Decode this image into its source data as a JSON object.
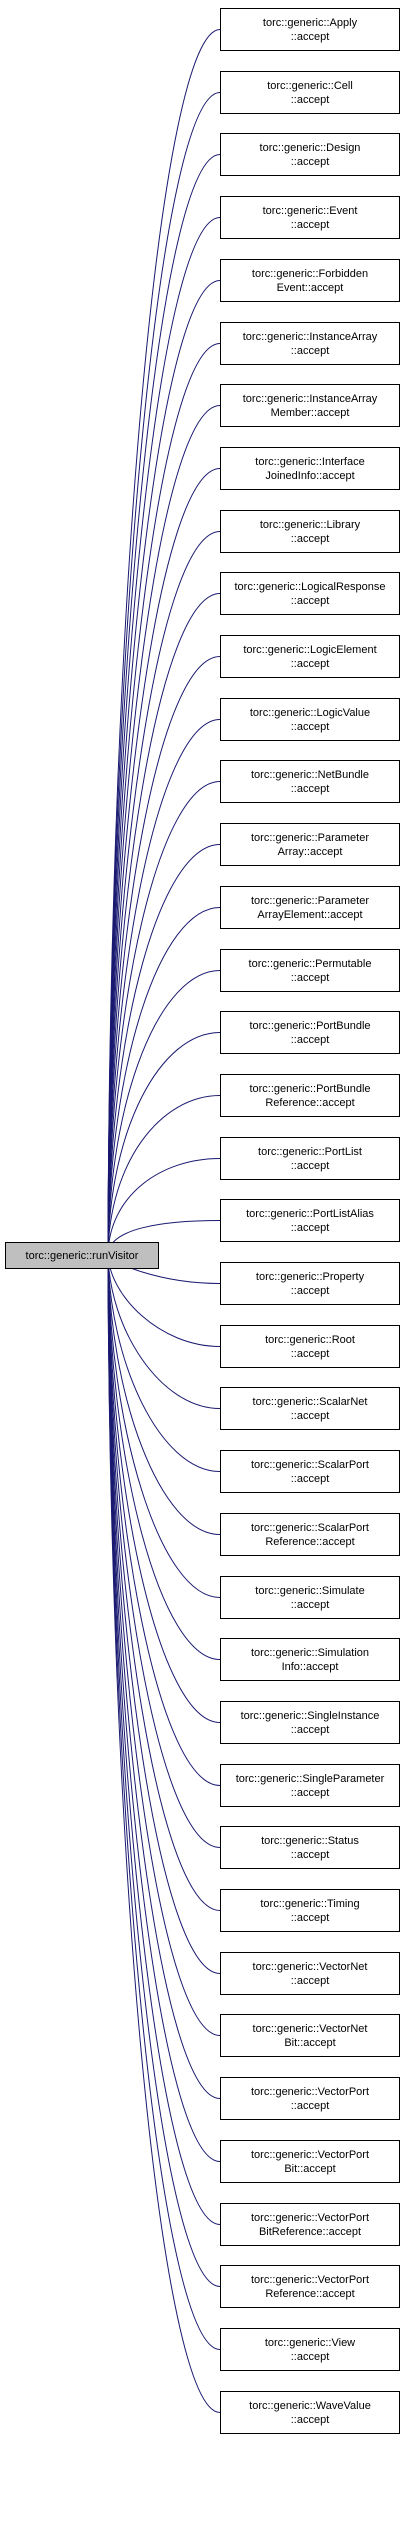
{
  "colors": {
    "edge": "#191970",
    "node_border": "#000000",
    "root_fill": "#bfbfbf",
    "node_fill": "#ffffff"
  },
  "root": {
    "lines": [
      "torc::generic::runVisitor"
    ]
  },
  "callers": [
    {
      "lines": [
        "torc::generic::Apply",
        "::accept"
      ]
    },
    {
      "lines": [
        "torc::generic::Cell",
        "::accept"
      ]
    },
    {
      "lines": [
        "torc::generic::Design",
        "::accept"
      ]
    },
    {
      "lines": [
        "torc::generic::Event",
        "::accept"
      ]
    },
    {
      "lines": [
        "torc::generic::Forbidden",
        "Event::accept"
      ]
    },
    {
      "lines": [
        "torc::generic::InstanceArray",
        "::accept"
      ]
    },
    {
      "lines": [
        "torc::generic::InstanceArray",
        "Member::accept"
      ]
    },
    {
      "lines": [
        "torc::generic::Interface",
        "JoinedInfo::accept"
      ]
    },
    {
      "lines": [
        "torc::generic::Library",
        "::accept"
      ]
    },
    {
      "lines": [
        "torc::generic::LogicalResponse",
        "::accept"
      ]
    },
    {
      "lines": [
        "torc::generic::LogicElement",
        "::accept"
      ]
    },
    {
      "lines": [
        "torc::generic::LogicValue",
        "::accept"
      ]
    },
    {
      "lines": [
        "torc::generic::NetBundle",
        "::accept"
      ]
    },
    {
      "lines": [
        "torc::generic::Parameter",
        "Array::accept"
      ]
    },
    {
      "lines": [
        "torc::generic::Parameter",
        "ArrayElement::accept"
      ]
    },
    {
      "lines": [
        "torc::generic::Permutable",
        "::accept"
      ]
    },
    {
      "lines": [
        "torc::generic::PortBundle",
        "::accept"
      ]
    },
    {
      "lines": [
        "torc::generic::PortBundle",
        "Reference::accept"
      ]
    },
    {
      "lines": [
        "torc::generic::PortList",
        "::accept"
      ]
    },
    {
      "lines": [
        "torc::generic::PortListAlias",
        "::accept"
      ]
    },
    {
      "lines": [
        "torc::generic::Property",
        "::accept"
      ]
    },
    {
      "lines": [
        "torc::generic::Root",
        "::accept"
      ]
    },
    {
      "lines": [
        "torc::generic::ScalarNet",
        "::accept"
      ]
    },
    {
      "lines": [
        "torc::generic::ScalarPort",
        "::accept"
      ]
    },
    {
      "lines": [
        "torc::generic::ScalarPort",
        "Reference::accept"
      ]
    },
    {
      "lines": [
        "torc::generic::Simulate",
        "::accept"
      ]
    },
    {
      "lines": [
        "torc::generic::Simulation",
        "Info::accept"
      ]
    },
    {
      "lines": [
        "torc::generic::SingleInstance",
        "::accept"
      ]
    },
    {
      "lines": [
        "torc::generic::SingleParameter",
        "::accept"
      ]
    },
    {
      "lines": [
        "torc::generic::Status",
        "::accept"
      ]
    },
    {
      "lines": [
        "torc::generic::Timing",
        "::accept"
      ]
    },
    {
      "lines": [
        "torc::generic::VectorNet",
        "::accept"
      ]
    },
    {
      "lines": [
        "torc::generic::VectorNet",
        "Bit::accept"
      ]
    },
    {
      "lines": [
        "torc::generic::VectorPort",
        "::accept"
      ]
    },
    {
      "lines": [
        "torc::generic::VectorPort",
        "Bit::accept"
      ]
    },
    {
      "lines": [
        "torc::generic::VectorPort",
        "BitReference::accept"
      ]
    },
    {
      "lines": [
        "torc::generic::VectorPort",
        "Reference::accept"
      ]
    },
    {
      "lines": [
        "torc::generic::View",
        "::accept"
      ]
    },
    {
      "lines": [
        "torc::generic::WaveValue",
        "::accept"
      ]
    }
  ]
}
